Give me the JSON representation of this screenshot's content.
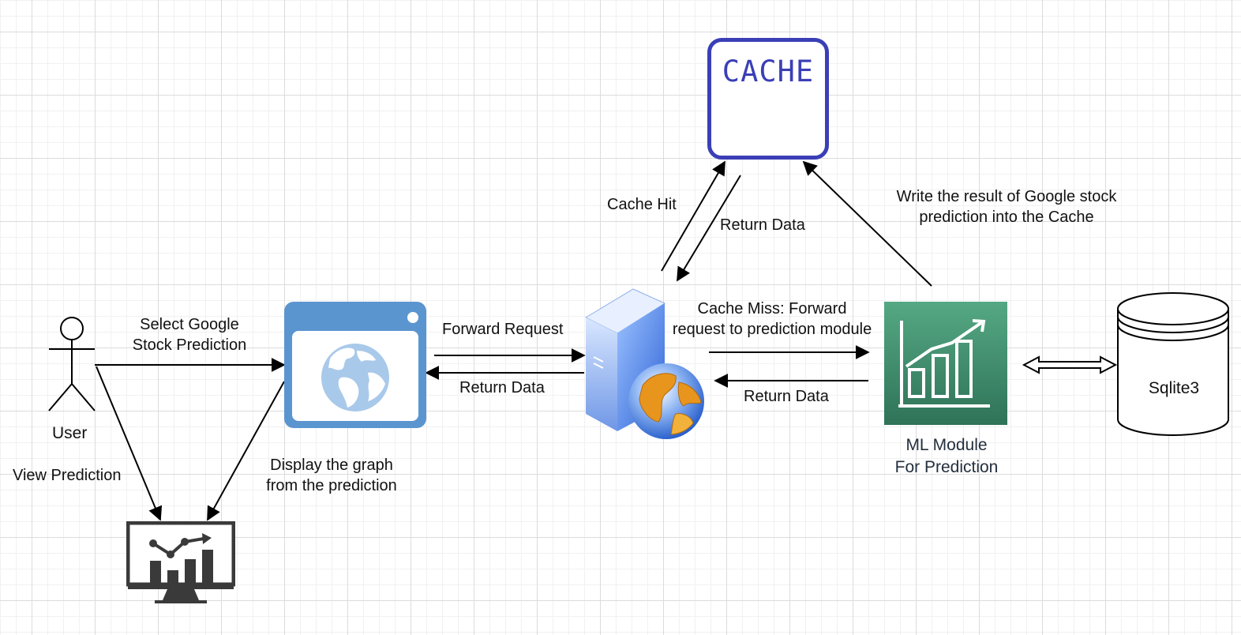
{
  "nodes": {
    "user": {
      "label": "User"
    },
    "cache": {
      "label": "CACHE",
      "color": "#3b3fb6"
    },
    "ml": {
      "line1": "ML Module",
      "line2": "For Prediction",
      "color": "#3f8f6c"
    },
    "db": {
      "label": "Sqlite3"
    },
    "browser": {
      "color": "#5b95cf"
    },
    "server": {
      "color": "#4a7be0"
    },
    "monitor": {
      "color": "#3a3a3a"
    }
  },
  "edges": {
    "select": {
      "line1": "Select Google",
      "line2": "Stock Prediction"
    },
    "view": "View Prediction",
    "display": {
      "line1": "Display the graph",
      "line2": "from the prediction"
    },
    "forward": "Forward Request",
    "return_browser": "Return Data",
    "cache_hit": "Cache Hit",
    "return_cache": "Return Data",
    "cache_miss": {
      "line1": "Cache Miss: Forward",
      "line2": "request to prediction module"
    },
    "return_ml": "Return Data",
    "write": {
      "line1": "Write the result of Google stock",
      "line2": "prediction into the Cache"
    }
  }
}
